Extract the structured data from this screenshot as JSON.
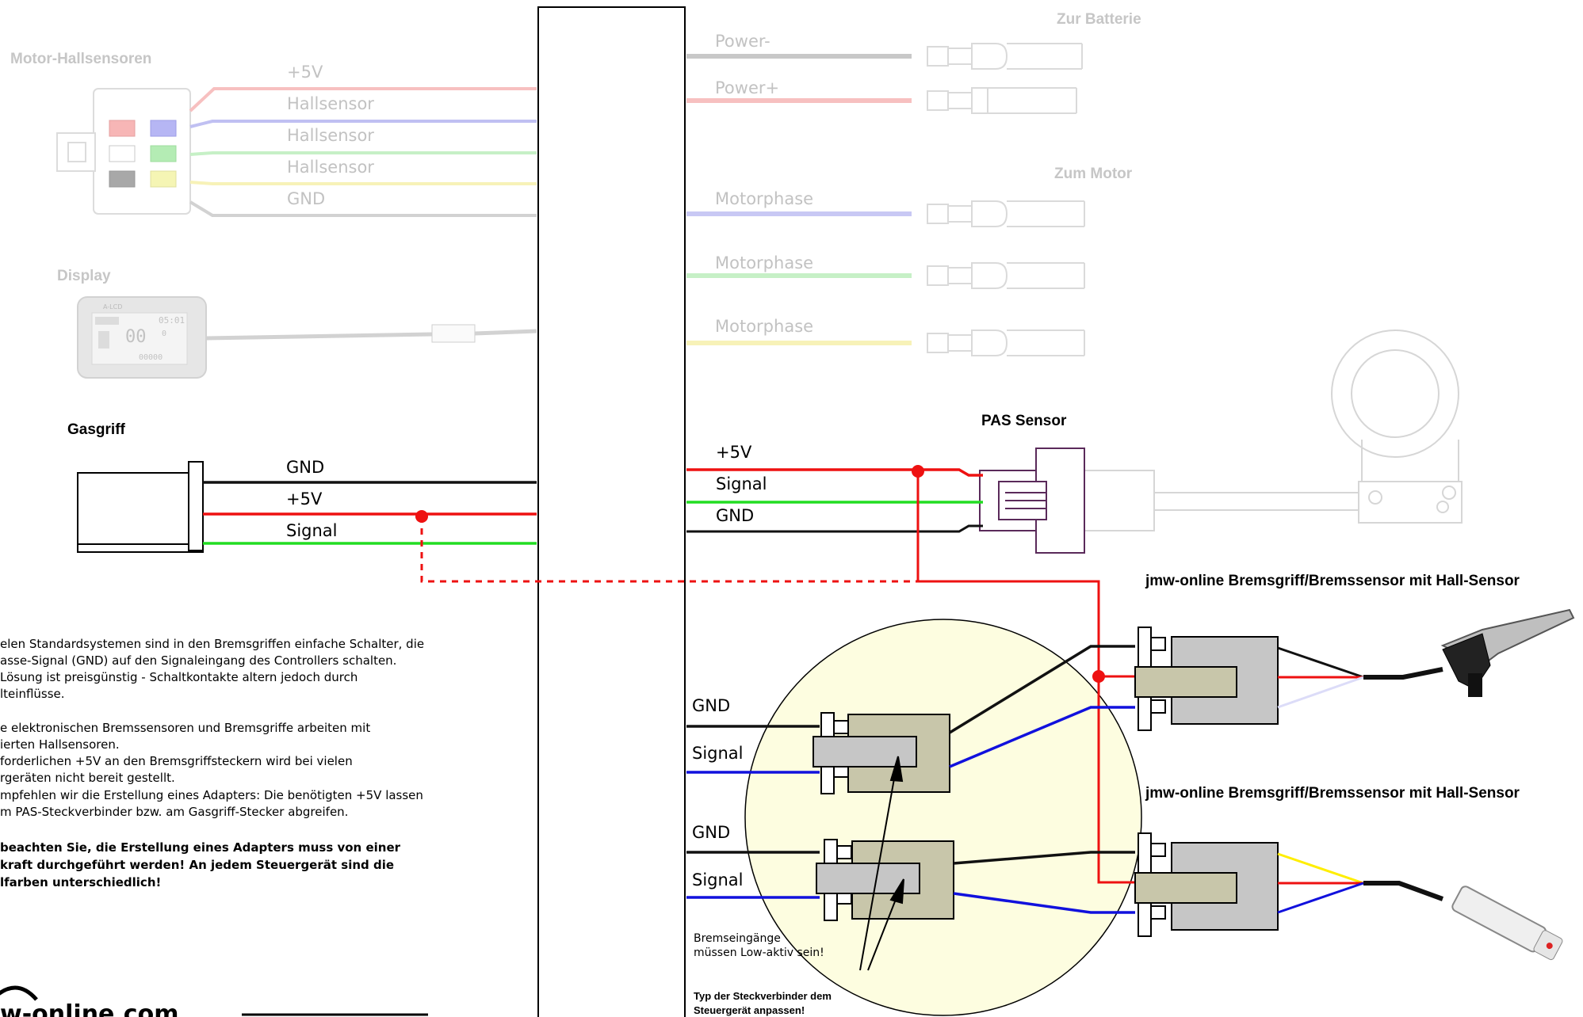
{
  "headers": {
    "motor_hall": "Motor-Hallsensoren",
    "display": "Display",
    "throttle": "Gasgriff",
    "battery": "Zur Batterie",
    "motor": "Zum Motor",
    "pas": "PAS Sensor",
    "brake1": "jmw-online Bremsgriff/Bremssensor mit Hall-Sensor",
    "brake2": "jmw-online Bremsgriff/Bremssensor mit Hall-Sensor"
  },
  "hall_wires": [
    "+5V",
    "Hallsensor",
    "Hallsensor",
    "Hallsensor",
    "GND"
  ],
  "power_wires": [
    "Power-",
    "Power+"
  ],
  "motor_phases": [
    "Motorphase",
    "Motorphase",
    "Motorphase"
  ],
  "throttle_wires": [
    "GND",
    "+5V",
    "Signal"
  ],
  "pas_wires": [
    "+5V",
    "Signal",
    "GND"
  ],
  "brake_inputs": [
    {
      "gnd": "GND",
      "signal": "Signal"
    },
    {
      "gnd": "GND",
      "signal": "Signal"
    }
  ],
  "display_screen": {
    "clock": "05:01",
    "speed": "00",
    "unit": "0",
    "odo": "00000",
    "brand": "A-LCD"
  },
  "note_lines": [
    "elen Standardsystemen sind in den Bremsgriffen einfache Schalter, die",
    "asse-Signal (GND) auf den Signaleingang des Controllers schalten.",
    "Lösung ist preisgünstig - Schaltkontakte altern jedoch durch",
    "lteinflüsse.",
    "",
    "e elektronischen Bremssensoren und Bremsgriffe arbeiten mit",
    "ierten Hallsensoren.",
    "forderlichen +5V an den Bremsgriffsteckern wird bei vielen",
    "rgeräten nicht bereit gestellt.",
    "mpfehlen wir die Erstellung eines Adapters: Die benötigten +5V lassen",
    "m PAS-Steckverbinder bzw. am Gasgriff-Stecker abgreifen."
  ],
  "warning_lines": [
    "beachten Sie, die Erstellung eines Adapters muss von einer",
    "kraft durchgeführt werden! An jedem Steuergerät sind die",
    "lfarben unterschiedlich!"
  ],
  "brake_note": [
    "Bremseingänge",
    "müssen Low-aktiv sein!"
  ],
  "connector_note": [
    "Typ der Steckverbinder dem",
    "Steuergerät anpassen!"
  ],
  "logo_text": "w-online.com",
  "colors": {
    "red": "#ee1111",
    "green": "#22dd22",
    "blue": "#1111dd",
    "yellow": "#ffee00",
    "highlight": "#fdfde0"
  }
}
